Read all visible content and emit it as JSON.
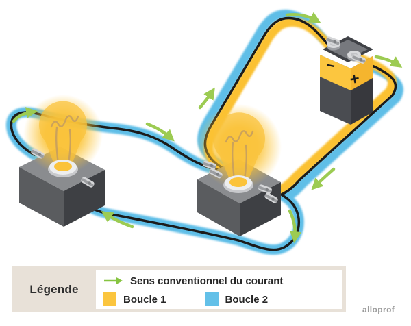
{
  "legend": {
    "title": "Légende",
    "current_label": "Sens conventionnel du courant",
    "loop1_label": "Boucle 1",
    "loop2_label": "Boucle 2",
    "loop1_color": "#FBC53E",
    "loop2_color": "#63C0E8",
    "arrow_color": "#86C440"
  },
  "battery": {
    "minus": "−",
    "plus": "+"
  },
  "diagram": {
    "wire_color": "#1B1B1B",
    "loop1_color": "#FBC131",
    "loop2_color": "#5FBEE7",
    "arrow_color": "#9CCB52"
  },
  "watermark": "alloprof"
}
